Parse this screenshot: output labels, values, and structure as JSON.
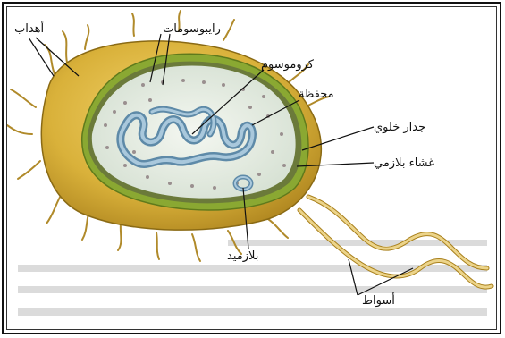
{
  "labels": {
    "flagella_top": "أهداب",
    "ribosomes": "رايبوسومات",
    "chromosome": "كروموسوم",
    "capsule": "محفظة",
    "cell_wall": "جدار خلوي",
    "plasma_membrane": "غشاء بلازمي",
    "plasmid": "بلازميد",
    "flagellum": "أسواط"
  },
  "colors": {
    "capsule_outer": "#d9b13a",
    "capsule_dark": "#a9801c",
    "wall_green": "#8aa832",
    "membrane_inner": "#dfe8dc",
    "dna": "#7fa7c2",
    "text": "#111111"
  }
}
